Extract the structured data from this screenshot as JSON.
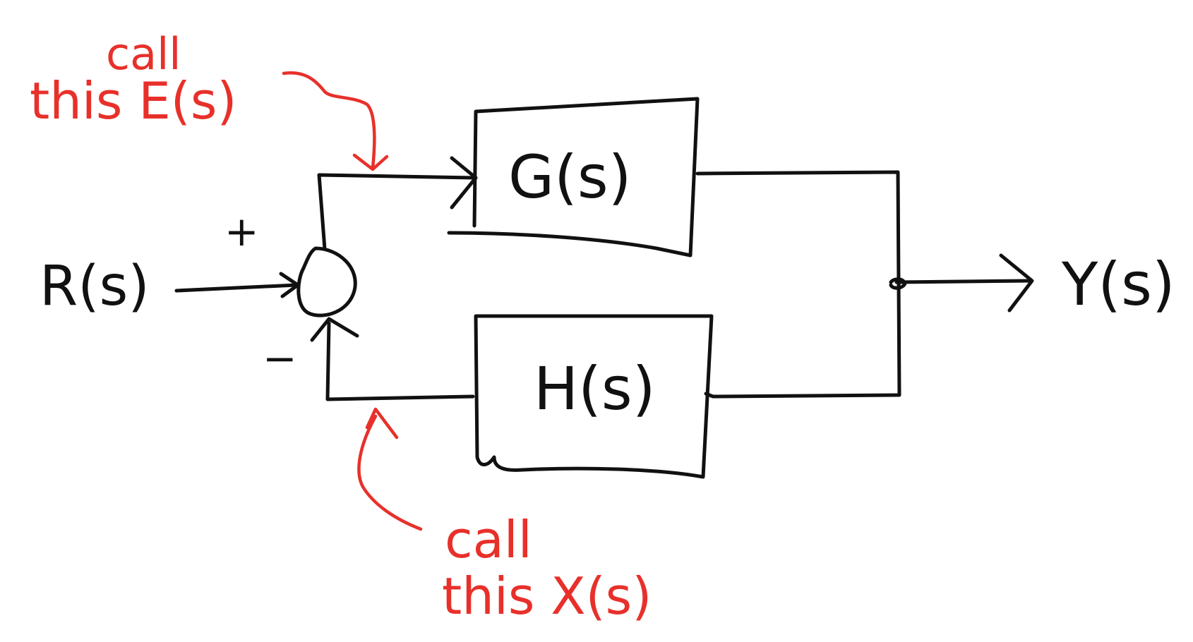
{
  "colors": {
    "ink": "#111111",
    "annotation": "#e8302a",
    "background": "#ffffff"
  },
  "signals": {
    "input": "R(s)",
    "output": "Y(s)"
  },
  "blocks": {
    "forward": "G(s)",
    "feedback": "H(s)"
  },
  "summing_junction": {
    "plus_sign": "+",
    "minus_sign": "−"
  },
  "annotations": {
    "error_signal": {
      "line1": "call",
      "line2": "this E(s)"
    },
    "feedback_signal": {
      "line1": "call",
      "line2": "this X(s)"
    }
  }
}
